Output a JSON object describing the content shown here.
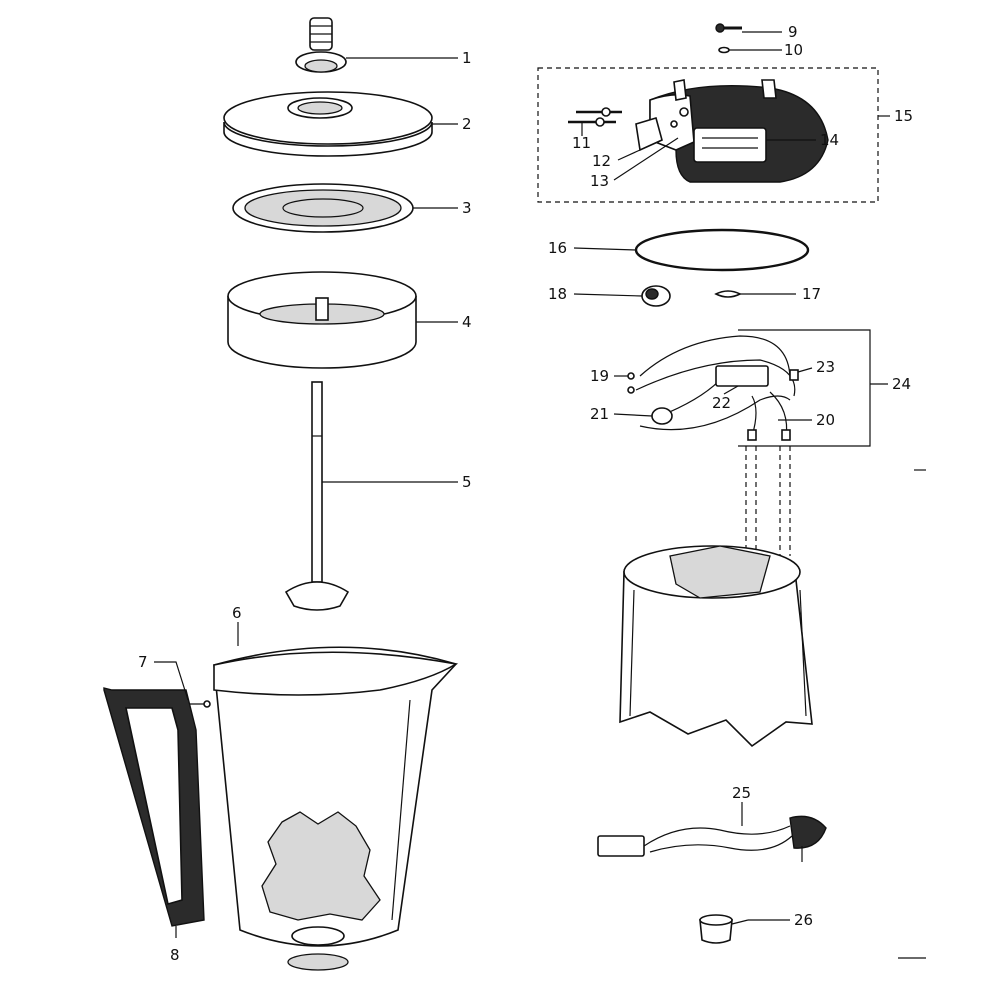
{
  "parts": [
    {
      "id": "p1",
      "number": "1"
    },
    {
      "id": "p2",
      "number": "2"
    },
    {
      "id": "p3",
      "number": "3"
    },
    {
      "id": "p4",
      "number": "4"
    },
    {
      "id": "p5",
      "number": "5"
    },
    {
      "id": "p6",
      "number": "6"
    },
    {
      "id": "p7",
      "number": "7"
    },
    {
      "id": "p8",
      "number": "8"
    },
    {
      "id": "p9",
      "number": "9"
    },
    {
      "id": "p10",
      "number": "10"
    },
    {
      "id": "p11",
      "number": "11"
    },
    {
      "id": "p12",
      "number": "12"
    },
    {
      "id": "p13",
      "number": "13"
    },
    {
      "id": "p14",
      "number": "14"
    },
    {
      "id": "p15",
      "number": "15"
    },
    {
      "id": "p16",
      "number": "16"
    },
    {
      "id": "p17",
      "number": "17"
    },
    {
      "id": "p18",
      "number": "18"
    },
    {
      "id": "p19",
      "number": "19"
    },
    {
      "id": "p20",
      "number": "20"
    },
    {
      "id": "p21",
      "number": "21"
    },
    {
      "id": "p22",
      "number": "22"
    },
    {
      "id": "p23",
      "number": "23"
    },
    {
      "id": "p24",
      "number": "24"
    },
    {
      "id": "p25",
      "number": "25"
    },
    {
      "id": "p26",
      "number": "26"
    }
  ],
  "colors": {
    "ink": "#111111",
    "paper": "#ffffff",
    "shade": "#2b2b2b"
  }
}
